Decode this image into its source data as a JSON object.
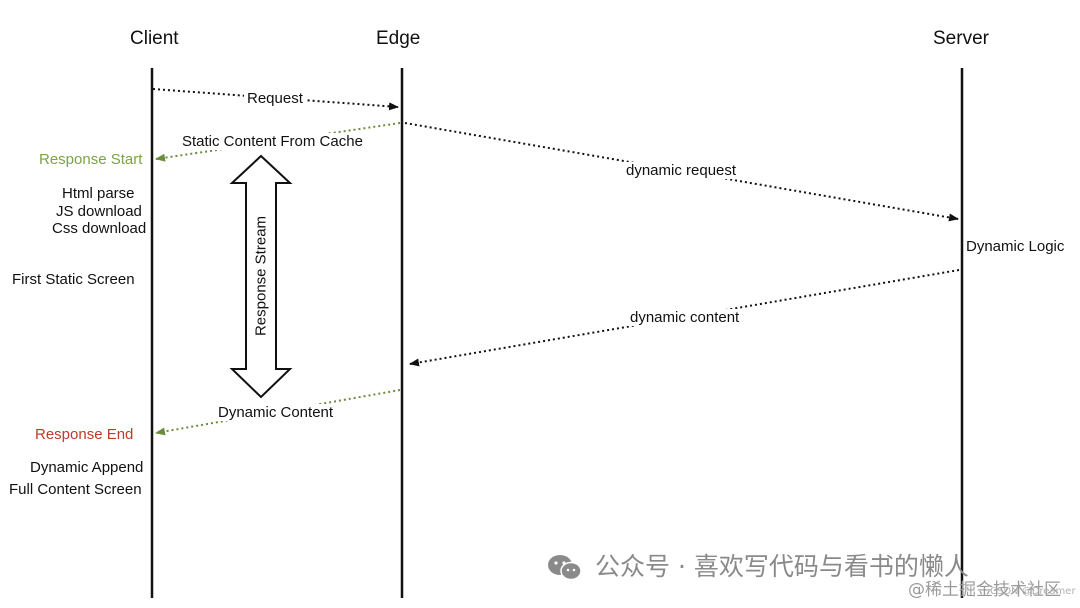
{
  "actors": {
    "client": "Client",
    "edge": "Edge",
    "server": "Server"
  },
  "messages": {
    "request": "Request",
    "static_content": "Static Content From Cache",
    "dynamic_request": "dynamic request",
    "dynamic_content_server": "dynamic content",
    "dynamic_content_edge": "Dynamic Content"
  },
  "client_events": {
    "response_start": "Response Start",
    "html_parse": "Html parse",
    "js_download": "JS download",
    "css_download": "Css download",
    "first_static_screen": "First Static Screen",
    "response_end": "Response End",
    "dynamic_append": "Dynamic Append",
    "full_content_screen": "Full Content Screen"
  },
  "server_events": {
    "dynamic_logic": "Dynamic Logic"
  },
  "stream_label": "Response Stream",
  "watermark": {
    "wechat": "公众号 · 喜欢写代码与看书的懒人",
    "juejin": "@稀土掘金技术社区",
    "csdn": "CSDN @Dreamer"
  },
  "colors": {
    "response_start": "#7aa34a",
    "response_end": "#c0392b",
    "static_arrow": "#6b8c3a",
    "dark_arrow": "#111111"
  }
}
